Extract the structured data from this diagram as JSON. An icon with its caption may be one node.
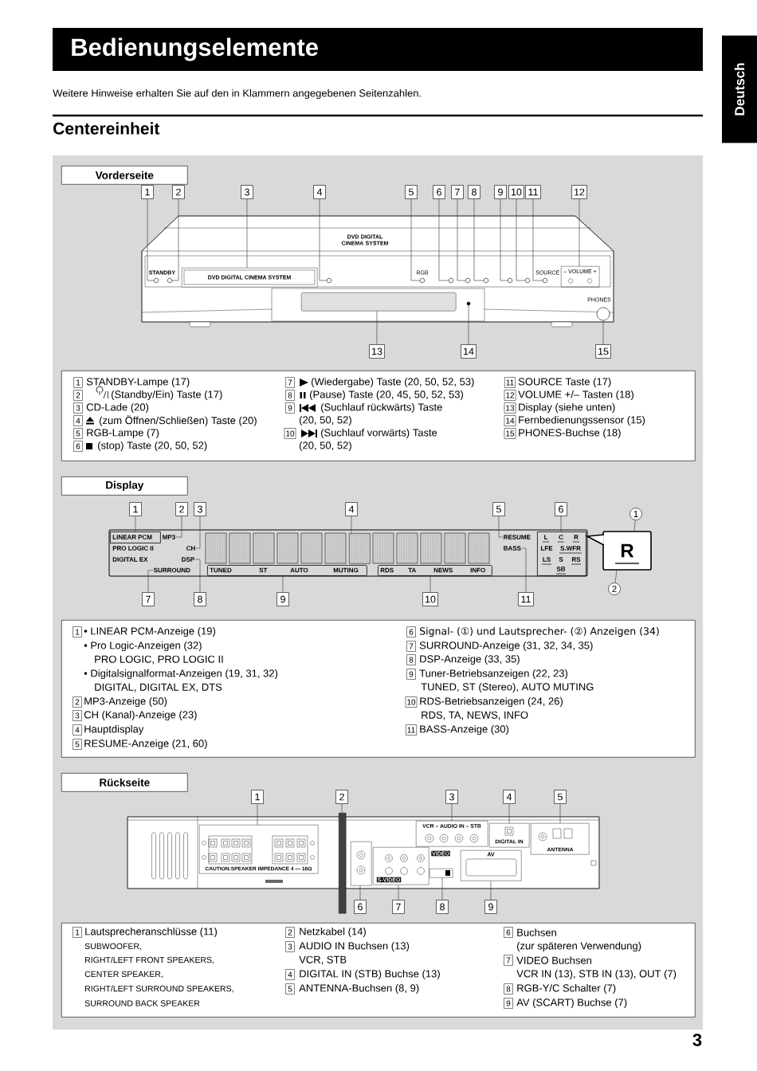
{
  "diagram": {
    "title": "Bedienungselemente",
    "nodes": [
      {
        "text": [
          "Deutsch"
        ]
      },
      {
        "text": [
          "Vorderseite"
        ]
      },
      {
        "text": [
          "1"
        ]
      },
      {
        "text": [
          "2"
        ]
      },
      {
        "text": [
          "3"
        ]
      },
      {
        "text": [
          "4"
        ]
      },
      {
        "text": [
          "5"
        ]
      },
      {
        "text": [
          "6"
        ]
      },
      {
        "text": [
          "7"
        ]
      },
      {
        "text": [
          "8"
        ]
      },
      {
        "text": [
          "9"
        ]
      },
      {
        "text": [
          "10"
        ]
      },
      {
        "text": [
          "11"
        ]
      },
      {
        "text": [
          "12"
        ]
      },
      {
        "text": [
          "13"
        ]
      },
      {
        "text": [
          "14"
        ]
      },
      {
        "text": [
          "15"
        ]
      },
      {
        "text": [
          "1",
          "STANDBY-Lampe (17)",
          "2",
          "(Standby/Ein) Taste (17)",
          "3",
          "CD-Lade (20)",
          "4",
          "(zum Öffnen/Schließen) Taste (20)",
          "5",
          "RGB-Lampe (7)",
          "6",
          "(stop) Taste (20, 50, 52)",
          "7",
          "(Wiedergabe) Taste (20, 50, 52, 53)",
          "8",
          "(Pause) Taste (20, 45, 50, 52, 53)",
          "9",
          "(Suchlauf rückwärts) Taste",
          "(20, 50, 52)",
          "10",
          "(Suchlauf vorwärts) Taste",
          "(20, 50, 52)",
          "11",
          "SOURCE Taste (17)",
          "12",
          "VOLUME +/– Tasten (18)",
          "13",
          "Display (siehe unten)",
          "14",
          "Fernbedienungssensor (15)",
          "15",
          "PHONES-Buchse (18)"
        ]
      },
      {
        "text": [
          "Display"
        ]
      },
      {
        "text": [
          "1"
        ]
      },
      {
        "text": [
          "2"
        ]
      },
      {
        "text": [
          "3"
        ]
      },
      {
        "text": [
          "4"
        ]
      },
      {
        "text": [
          "5"
        ]
      },
      {
        "text": [
          "6"
        ]
      },
      {
        "text": [
          "1"
        ]
      },
      {
        "text": [
          "R"
        ]
      },
      {
        "text": [
          "2"
        ]
      },
      {
        "text": [
          "7"
        ]
      },
      {
        "text": [
          "8"
        ]
      },
      {
        "text": [
          "9"
        ]
      },
      {
        "text": [
          "10"
        ]
      },
      {
        "text": [
          "11"
        ]
      },
      {
        "text": [
          "1",
          "• LINEAR PCM-Anzeige (19)",
          "• Pro Logic-Anzeigen (32)",
          "PRO LOGIC, PRO LOGIC II",
          "• Digitalsignalformat-Anzeigen (19, 31, 32)",
          "DIGITAL, DIGITAL EX, DTS",
          "2",
          "MP3-Anzeige (50)",
          "3",
          "CH (Kanal)-Anzeige (23)",
          "4",
          "Hauptdisplay",
          "5",
          "RESUME-Anzeige (21, 60)",
          "6",
          "Signal- (①) und Lautsprecher- (②) Anzeigen (34)",
          "7",
          "SURROUND-Anzeige (31, 32, 34, 35)",
          "8",
          "DSP-Anzeige (33, 35)",
          "9",
          "Tuner-Betriebsanzeigen (22, 23)",
          "TUNED, ST (Stereo), AUTO MUTING",
          "10",
          "RDS-Betriebsanzeigen (24, 26)",
          "RDS, TA, NEWS, INFO",
          "11",
          "BASS-Anzeige (30)"
        ]
      },
      {
        "text": [
          "Rückseite"
        ]
      },
      {
        "text": [
          "1"
        ]
      },
      {
        "text": [
          "2"
        ]
      },
      {
        "text": [
          "3"
        ]
      },
      {
        "text": [
          "4"
        ]
      },
      {
        "text": [
          "5"
        ]
      },
      {
        "text": [
          "6"
        ]
      },
      {
        "text": [
          "7"
        ]
      },
      {
        "text": [
          "8"
        ]
      },
      {
        "text": [
          "9"
        ]
      },
      {
        "text": [
          "1",
          "Lautsprecheranschlüsse (11)",
          "SUBWOOFER,",
          "RIGHT/LEFT FRONT SPEAKERS,",
          "CENTER SPEAKER,",
          "RIGHT/LEFT SURROUND SPEAKERS,",
          "SURROUND BACK SPEAKER",
          "2",
          "Netzkabel (14)",
          "3",
          "AUDIO IN Buchsen (13)",
          "VCR, STB",
          "4",
          "DIGITAL IN (STB) Buchse (13)",
          "5",
          "ANTENNA-Buchsen (8, 9)",
          "6",
          "Buchsen",
          "(zur späteren Verwendung)",
          "7",
          "VIDEO Buchsen",
          "VCR IN (13), STB IN (13), OUT (7)",
          "8",
          "RGB-Y/C Schalter (7)",
          "9",
          "AV (SCART) Buchse (7)"
        ]
      },
      {
        "text": [],
        "shape": "circle",
        "beside": [
          "STANDBY"
        ]
      },
      {
        "text": [],
        "shape": "circle"
      },
      {
        "text": [
          "DVD DIGITAL CINEMA SYSTEM"
        ]
      },
      {
        "text": [],
        "shape": "circle"
      },
      {
        "text": [],
        "shape": "circle",
        "beside": [
          "RGB"
        ]
      },
      {
        "text": [],
        "shape": "circle"
      },
      {
        "text": [],
        "shape": "circle"
      },
      {
        "text": [],
        "shape": "circle"
      },
      {
        "text": [],
        "shape": "circle"
      },
      {
        "text": [],
        "shape": "circle"
      },
      {
        "text": [],
        "shape": "circle",
        "beside": [
          "SOURCE"
        ]
      },
      {
        "text": [
          "– VOLUME +"
        ]
      },
      {
        "text": [],
        "shape": "box"
      },
      {
        "text": [],
        "shape": "circle"
      },
      {
        "text": [],
        "shape": "circle",
        "beside": [
          "PHONES"
        ]
      },
      {
        "text": [
          "LINEAR PCM"
        ]
      },
      {
        "text": [
          "MP3"
        ]
      },
      {
        "text": [
          "CH"
        ]
      },
      {
        "text": [],
        "shape": "box"
      },
      {
        "text": [
          "RESUME"
        ]
      },
      {
        "text": [
          "L",
          "C",
          "R",
          "LFE",
          "S.WFR",
          "LS",
          "S",
          "RS",
          "SB"
        ]
      },
      {
        "text": [
          "SURROUND"
        ]
      },
      {
        "text": [
          "DSP"
        ]
      },
      {
        "text": [
          "TUNED",
          "ST",
          "AUTO",
          "MUTING"
        ]
      },
      {
        "text": [
          "RDS",
          "TA",
          "NEWS",
          "INFO"
        ]
      },
      {
        "text": [
          "BASS"
        ]
      },
      {
        "text": [
          "CAUTION:SPEAKER IMPEDANCE 4 — 16Ω"
        ]
      },
      {
        "text": [],
        "shape": "cable"
      },
      {
        "text": [
          "VCR – AUDIO IN – STB"
        ]
      },
      {
        "text": [
          "DIGITAL IN"
        ]
      },
      {
        "text": [
          "ANTENNA"
        ]
      },
      {
        "text": [],
        "shape": "box"
      },
      {
        "text": [
          "S-VIDEO"
        ]
      },
      {
        "text": [],
        "shape": "box"
      },
      {
        "text": [
          "AV"
        ]
      }
    ],
    "edges": [
      {
        "from": 2,
        "to": 45,
        "arrow": "none"
      },
      {
        "from": 3,
        "to": 46,
        "arrow": "none"
      },
      {
        "from": 4,
        "to": 47,
        "arrow": "none"
      },
      {
        "from": 5,
        "to": 48,
        "arrow": "none"
      },
      {
        "from": 6,
        "to": 49,
        "arrow": "none"
      },
      {
        "from": 7,
        "to": 50,
        "arrow": "none"
      },
      {
        "from": 8,
        "to": 51,
        "arrow": "none"
      },
      {
        "from": 9,
        "to": 52,
        "arrow": "none"
      },
      {
        "from": 10,
        "to": 53,
        "arrow": "none"
      },
      {
        "from": 11,
        "to": 54,
        "arrow": "none"
      },
      {
        "from": 12,
        "to": 55,
        "arrow": "none"
      },
      {
        "from": 13,
        "to": 56,
        "arrow": "none"
      },
      {
        "from": 14,
        "to": 57,
        "arrow": "none"
      },
      {
        "from": 15,
        "to": 58,
        "arrow": "none"
      },
      {
        "from": 16,
        "to": 59,
        "arrow": "none"
      },
      {
        "from": 19,
        "to": 60,
        "arrow": "none"
      },
      {
        "from": 20,
        "to": 61,
        "arrow": "none"
      },
      {
        "from": 21,
        "to": 62,
        "arrow": "none"
      },
      {
        "from": 22,
        "to": 63,
        "arrow": "none"
      },
      {
        "from": 23,
        "to": 64,
        "arrow": "none"
      },
      {
        "from": 24,
        "to": 65,
        "arrow": "none"
      },
      {
        "from": 25,
        "to": 26,
        "arrow": "none"
      },
      {
        "from": 27,
        "to": 26,
        "arrow": "none"
      },
      {
        "from": 28,
        "to": 66,
        "arrow": "none"
      },
      {
        "from": 29,
        "to": 67,
        "arrow": "none"
      },
      {
        "from": 30,
        "to": 68,
        "arrow": "none"
      },
      {
        "from": 31,
        "to": 69,
        "arrow": "none"
      },
      {
        "from": 32,
        "to": 70,
        "arrow": "none"
      },
      {
        "from": 35,
        "to": 71,
        "arrow": "none"
      },
      {
        "from": 36,
        "to": 72,
        "arrow": "none"
      },
      {
        "from": 37,
        "to": 73,
        "arrow": "none"
      },
      {
        "from": 38,
        "to": 74,
        "arrow": "none"
      },
      {
        "from": 39,
        "to": 75,
        "arrow": "none"
      },
      {
        "from": 40,
        "to": 76,
        "arrow": "none"
      },
      {
        "from": 41,
        "to": 77,
        "arrow": "none"
      },
      {
        "from": 42,
        "to": 78,
        "arrow": "none"
      },
      {
        "from": 43,
        "to": 79,
        "arrow": "none"
      }
    ],
    "labels": [
      "Weitere Hinweise erhalten Sie auf den in Klammern angegebenen Seitenzahlen.",
      "Centereinheit",
      "DVD DIGITAL CINEMA SYSTEM",
      "PRO LOGIC II",
      "DIGITAL EX",
      "VIDEO",
      "3"
    ]
  }
}
